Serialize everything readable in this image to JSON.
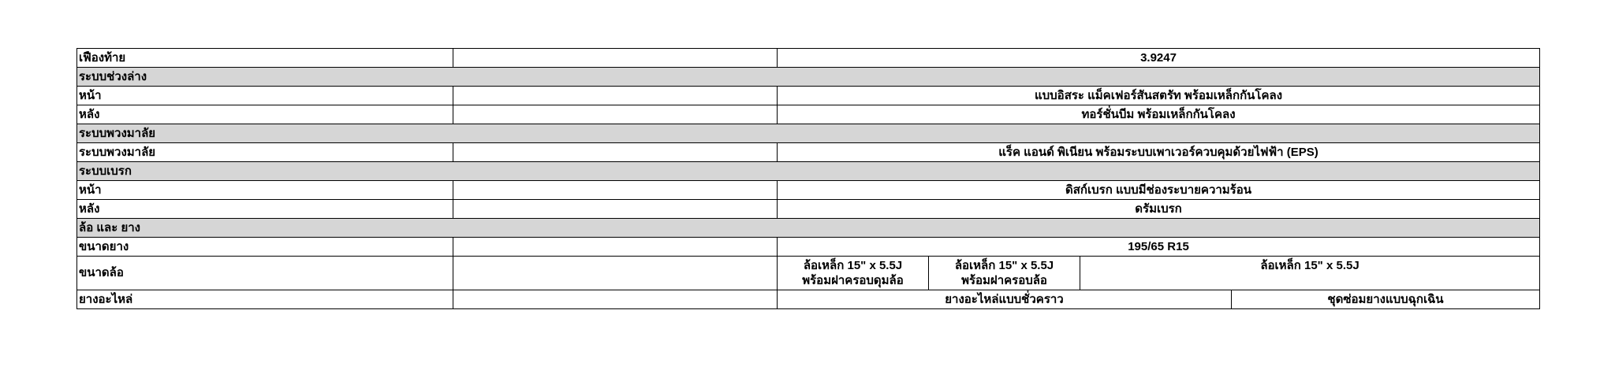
{
  "rows": {
    "final_drive": {
      "label": "เฟืองท้าย",
      "value": "3.9247"
    },
    "suspension": {
      "section": "ระบบช่วงล่าง",
      "front": {
        "label": "หน้า",
        "value": "แบบอิสระ แม็คเฟอร์สันสตรัท พร้อมเหล็กกันโคลง"
      },
      "rear": {
        "label": "หลัง",
        "value": "ทอร์ชั่นบีม พร้อมเหล็กกันโคลง"
      }
    },
    "steering": {
      "section": "ระบบพวงมาลัย",
      "system": {
        "label": "ระบบพวงมาลัย",
        "value": "แร็ค แอนด์ พิเนียน พร้อมระบบเพาเวอร์ควบคุมด้วยไฟฟ้า (EPS)"
      }
    },
    "brakes": {
      "section": "ระบบเบรก",
      "front": {
        "label": "หน้า",
        "value": "ดิสก์เบรก แบบมีช่องระบายความร้อน"
      },
      "rear": {
        "label": "หลัง",
        "value": "ดรัมเบรก"
      }
    },
    "wheels": {
      "section": "ล้อ และ ยาง",
      "tire_size": {
        "label": "ขนาดยาง",
        "value": "195/65 R15"
      },
      "wheel_size": {
        "label": "ขนาดล้อ",
        "v1_line1": "ล้อเหล็ก 15\" x 5.5J",
        "v1_line2": "พร้อมฝาครอบดุมล้อ",
        "v2_line1": "ล้อเหล็ก 15\" x 5.5J",
        "v2_line2": "พร้อมฝาครอบล้อ",
        "v3": "ล้อเหล็ก 15\" x 5.5J"
      },
      "spare": {
        "label": "ยางอะไหล่",
        "v1": "ยางอะไหล่แบบชั่วคราว",
        "v2": "ชุดซ่อมยางแบบฉุกเฉิน"
      }
    }
  }
}
